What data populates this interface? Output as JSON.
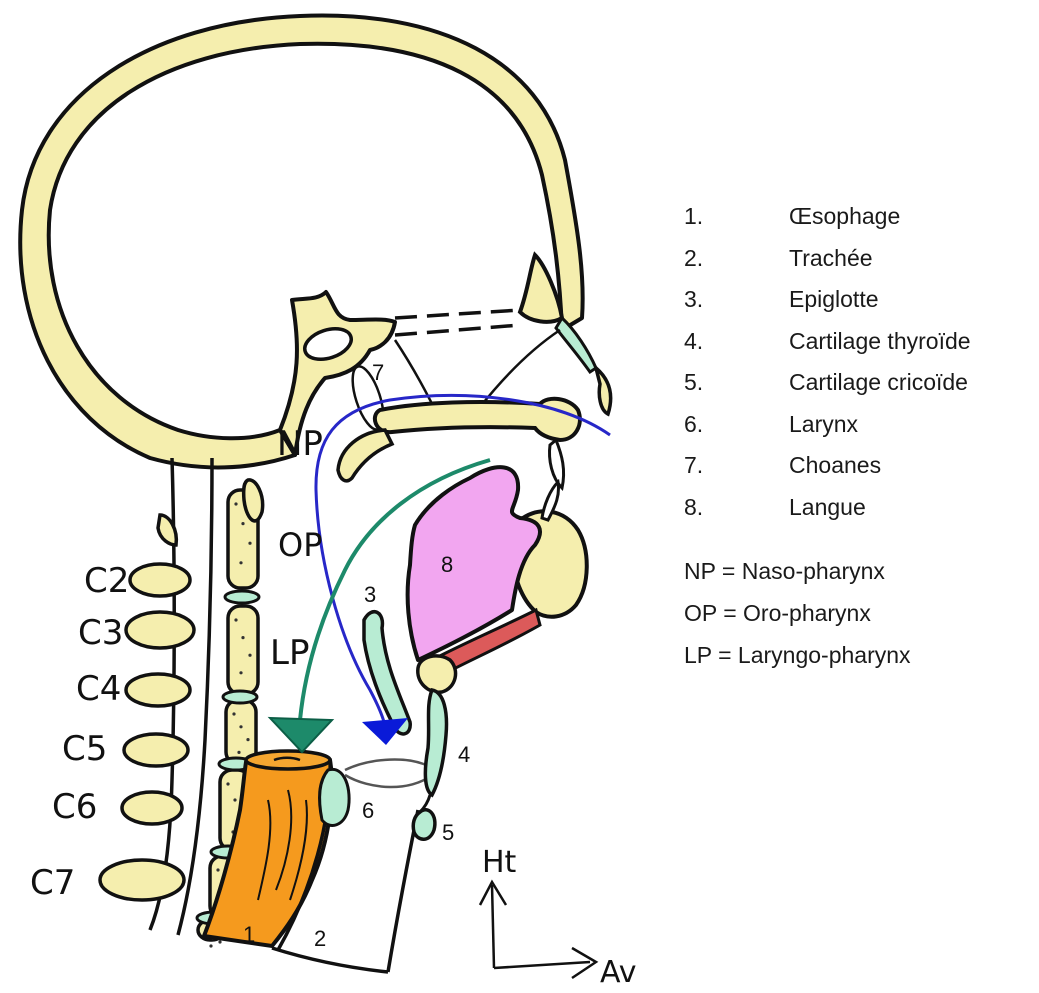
{
  "legend": {
    "items": [
      {
        "num": "1.",
        "label": "Œsophage"
      },
      {
        "num": "2.",
        "label": "Trachée"
      },
      {
        "num": "3.",
        "label": "Epiglotte"
      },
      {
        "num": "4.",
        "label": "Cartilage thyroïde"
      },
      {
        "num": "5.",
        "label": "Cartilage cricoïde"
      },
      {
        "num": "6.",
        "label": "Larynx"
      },
      {
        "num": "7.",
        "label": "Choanes"
      },
      {
        "num": "8.",
        "label": "Langue"
      }
    ],
    "abbreviations": [
      "NP = Naso-pharynx",
      "OP = Oro-pharynx",
      "LP = Laryngo-pharynx"
    ]
  },
  "diagram": {
    "region_labels": {
      "np": "NP",
      "op": "OP",
      "lp": "LP"
    },
    "vertebrae": [
      "C2",
      "C3",
      "C4",
      "C5",
      "C6",
      "C7"
    ],
    "part_numbers": {
      "n1": "1",
      "n2": "2",
      "n3": "3",
      "n4": "4",
      "n5": "5",
      "n6": "6",
      "n7": "7",
      "n8": "8"
    },
    "orientation": {
      "up": "Ht",
      "forward": "Av"
    }
  },
  "colors": {
    "bone": "#f5eeae",
    "outline": "#111111",
    "oesophagus": "#f59a1e",
    "tongue": "#f2a6f0",
    "muscle_red": "#dc5a5a",
    "cartilage": "#b8ecd3",
    "air_arrow": "#1d8a6a",
    "food_arrow": "#2727c8",
    "food_arrow_head": "#0a1ad8"
  }
}
